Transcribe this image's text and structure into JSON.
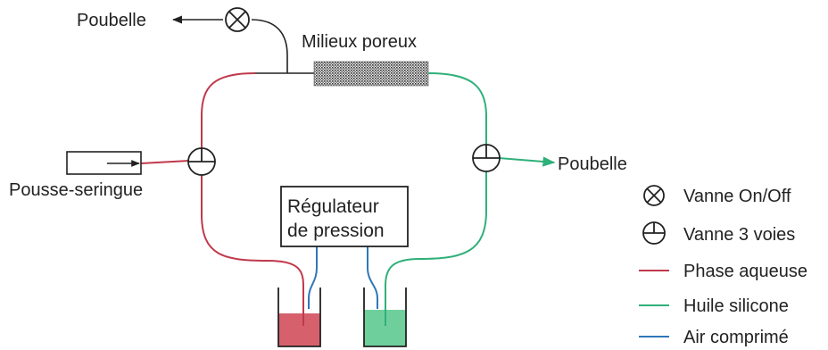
{
  "labels": {
    "waste_top": "Poubelle",
    "porous_media": "Milieux poreux",
    "waste_right": "Poubelle",
    "syringe_pump": "Pousse-seringue",
    "regulator_line1": "Régulateur",
    "regulator_line2": "de pression"
  },
  "legend": [
    {
      "icon": "on-off-valve-icon",
      "label": "Vanne On/Off"
    },
    {
      "icon": "three-way-valve-icon",
      "label": "Vanne 3 voies"
    },
    {
      "icon": "line",
      "color": "#c0394b",
      "label": "Phase aqueuse"
    },
    {
      "icon": "line",
      "color": "#2eb07a",
      "label": "Huile silicone"
    },
    {
      "icon": "line",
      "color": "#2f77b8",
      "label": "Air comprimé"
    }
  ],
  "colors": {
    "aqueous": "#c0394b",
    "oil": "#2eb07a",
    "air": "#2f77b8",
    "aqueous_fill": "#d6616d",
    "oil_fill": "#6fcf9c",
    "outline": "#222222"
  }
}
